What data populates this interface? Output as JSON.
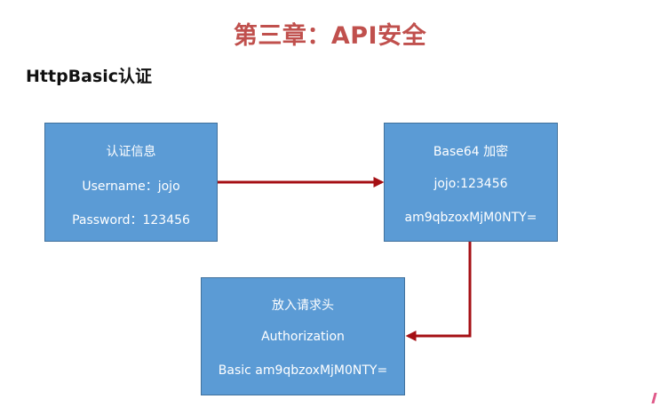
{
  "title": "第三章：API安全",
  "section_heading": "HttpBasic认证",
  "boxes": {
    "credentials": {
      "title": "认证信息",
      "username": "Username：jojo",
      "password": "Password：123456"
    },
    "encoding": {
      "title": "Base64 加密",
      "plain": "jojo:123456",
      "encoded": "am9qbzoxMjM0NTY="
    },
    "request_header": {
      "title": "放入请求头",
      "header_name": "Authorization",
      "header_value": "Basic am9qbzoxMjM0NTY="
    }
  },
  "colors": {
    "title": "#c0504d",
    "box_fill": "#5b9bd5",
    "box_border": "#41719c",
    "arrow": "#a50f14"
  }
}
